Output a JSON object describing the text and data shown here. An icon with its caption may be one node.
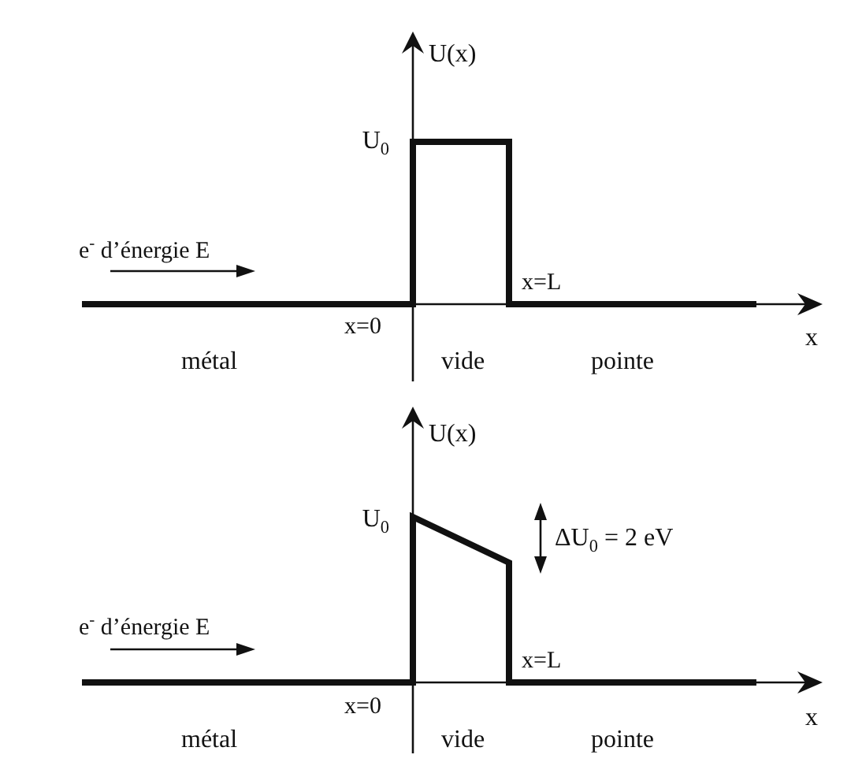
{
  "diagram": {
    "labels": [
      "U(x)",
      "U$_{0}$",
      "e$^{-}$ d’énergie E",
      "x=L",
      "x=0",
      "x",
      "métal",
      "vide",
      "pointe",
      "U(x)",
      "U$_{0}$",
      "ΔU$_{0}$ = 2 eV",
      "e$^{-}$ d’énergie E",
      "x=L",
      "x=0",
      "x",
      "métal",
      "vide",
      "pointe"
    ]
  }
}
